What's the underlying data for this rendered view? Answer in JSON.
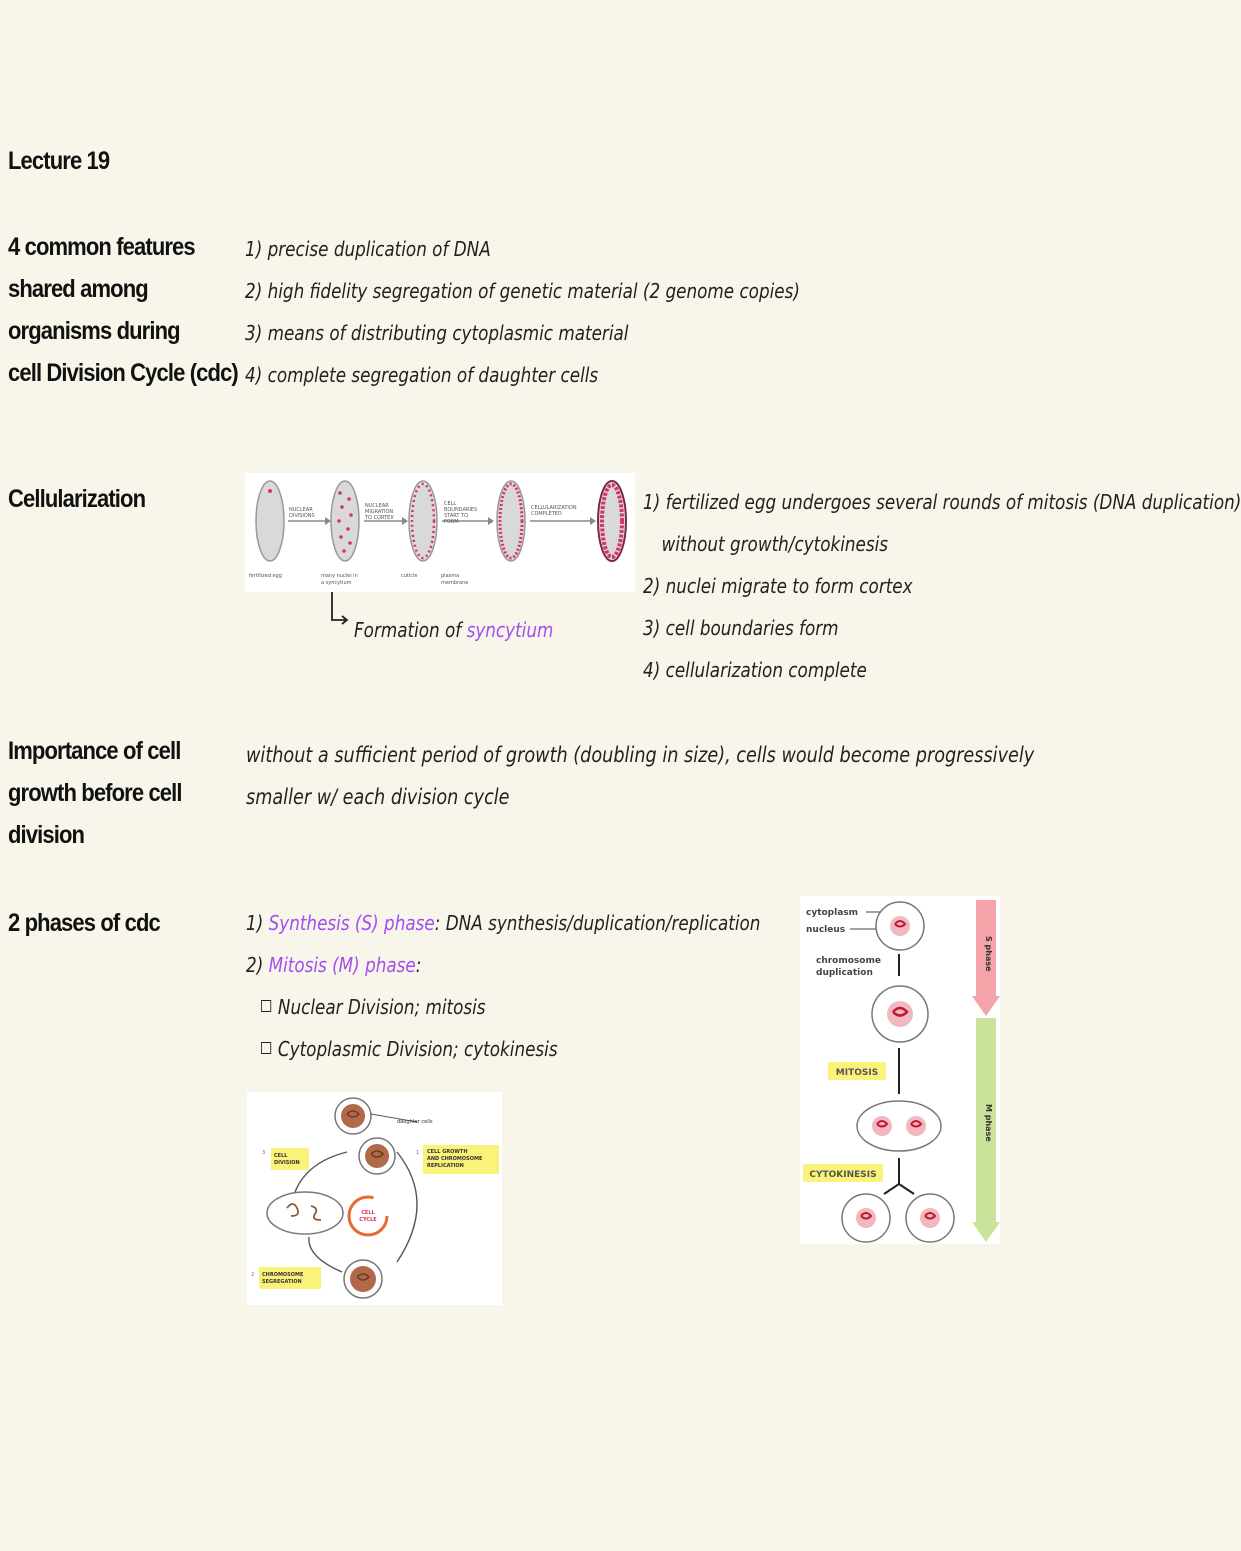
{
  "title": "Lecture 19",
  "sections": {
    "features": {
      "heading_lines": [
        "4 common features",
        "shared among",
        "organisms during",
        "cell Division Cycle (cdc)"
      ],
      "items": [
        "1) precise duplication of DNA",
        "2) high fidelity segregation of genetic material (2 genome copies)",
        "3) means of distributing cytoplasmic material",
        "4) complete segregation of daughter cells"
      ]
    },
    "cellularization": {
      "heading": "Cellularization",
      "figure_labels": {
        "stage1": [
          "NUCLEAR",
          "DIVISIONS"
        ],
        "stage2": [
          "NUCLEAR",
          "MIGRATION",
          "TO CORTEX"
        ],
        "stage3": [
          "CELL",
          "BOUNDARIES",
          "START TO",
          "FORM"
        ],
        "stage4": [
          "CELLULARIZATION",
          "COMPLETED"
        ],
        "bottom": [
          "fertilized egg",
          "many nuclei in",
          "a syncytium",
          "cuticle",
          "plasma",
          "membrane"
        ]
      },
      "caption_prefix": "Formation of",
      "caption_term": "syncytium",
      "items": [
        "1) fertilized egg undergoes several rounds of mitosis (DNA duplication)",
        "without growth/cytokinesis",
        "2) nuclei migrate to form cortex",
        "3) cell boundaries form",
        "4) cellularization complete"
      ]
    },
    "importance": {
      "heading_lines": [
        "Importance of cell",
        "growth before cell",
        "division"
      ],
      "text_lines": [
        "without a sufficient period of growth (doubling in size), cells would become progressively",
        "smaller w/ each division cycle"
      ]
    },
    "phases": {
      "heading": "2 phases of cdc",
      "item1_prefix": "1)",
      "item1_term": "Synthesis (S) phase",
      "item1_rest": ": DNA synthesis/duplication/replication",
      "item2_prefix": "2)",
      "item2_term": "Mitosis (M) phase",
      "item2_rest": ":",
      "sub_items": [
        "Nuclear Division; mitosis",
        "Cytoplasmic Division; cytokinesis"
      ],
      "cycle_figure": {
        "top_label": "daughter cells",
        "center_label": [
          "CELL",
          "CYCLE"
        ],
        "label_growth": [
          "CELL GROWTH",
          "AND CHROMOSOME",
          "REPLICATION"
        ],
        "label_division": [
          "CELL",
          "DIVISION"
        ],
        "label_segregation": [
          "CHROMOSOME",
          "SEGREGATION"
        ],
        "num1": "1",
        "num2": "2",
        "num3": "3"
      },
      "phase_figure": {
        "cytoplasm": "cytoplasm",
        "nucleus": "nucleus",
        "dup": [
          "chromosome",
          "duplication"
        ],
        "mitosis": "MITOSIS",
        "cytokinesis": "CYTOKINESIS",
        "s_phase": "S phase",
        "m_phase": "M phase"
      }
    }
  },
  "colors": {
    "background": "#f8f6ea",
    "accent_purple": "#a24ef0",
    "highlight_yellow": "#fbf27a",
    "s_arrow": "#f4a3a8",
    "m_arrow": "#c9e39a"
  }
}
